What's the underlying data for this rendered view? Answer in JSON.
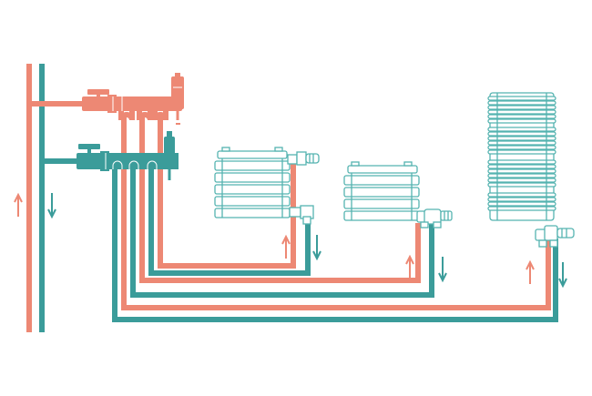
{
  "colors": {
    "supply": "#ED8874",
    "return": "#3B9C9A",
    "radiator_outline": "#55B3B0",
    "background": "#FFFFFF"
  },
  "icons": {
    "flow_up": "arrow-up-icon",
    "flow_down": "arrow-down-icon",
    "air_vent": "air-vent-icon",
    "ball_valve": "ball-valve-icon",
    "radiator": "panel-radiator-icon",
    "towel_radiator": "towel-radiator-icon"
  },
  "components": {
    "main_risers": 2,
    "manifolds": 2,
    "panel_radiators": 2,
    "towel_radiators": 1,
    "flow_arrows": 8
  }
}
